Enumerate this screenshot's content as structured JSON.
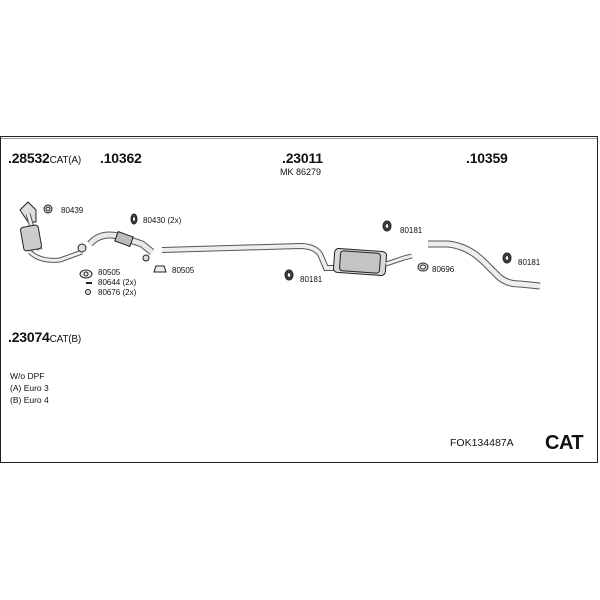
{
  "part_groups": [
    {
      "number": ".28532",
      "suffix": "CAT(A)"
    },
    {
      "number": ".10362",
      "suffix": ""
    },
    {
      "number": ".23011",
      "suffix": ""
    },
    {
      "number": ".10359",
      "suffix": ""
    },
    {
      "number": ".23074",
      "suffix": "CAT(B)"
    }
  ],
  "mk_reference": "MK 86279",
  "part_labels": {
    "p80439": "80439",
    "p80430": "80430 (2x)",
    "p80505_left": "80505",
    "p80505_right": "80505",
    "p80644": "80644 (2x)",
    "p80676": "80676 (2x)",
    "p80181_a": "80181",
    "p80181_b": "80181",
    "p80181_c": "80181",
    "p80696": "80696"
  },
  "notes": [
    "W/o DPF",
    "(A) Euro 3",
    "(B) Euro 4"
  ],
  "kit_code": "FOK134487A",
  "kit_badge": "CAT"
}
